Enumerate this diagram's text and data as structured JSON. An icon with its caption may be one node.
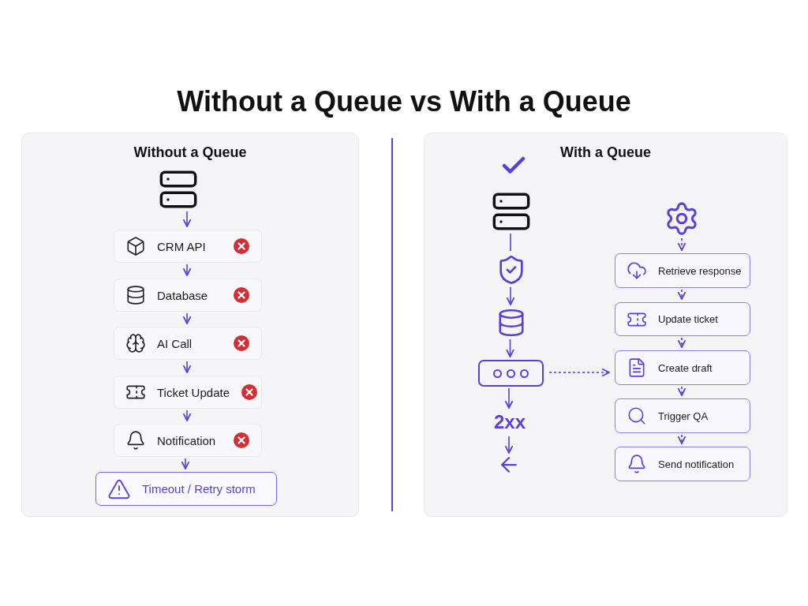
{
  "diagram": {
    "title": "Without a Queue vs With a Queue",
    "nodes": [
      {
        "text": [
          "Without a Queue"
        ]
      },
      {
        "text": [],
        "shape": "box",
        "in": 0
      },
      {
        "text": [
          "CRM API"
        ],
        "in": 0
      },
      {
        "text": [
          "Database"
        ],
        "in": 0
      },
      {
        "text": [
          "AI Call"
        ],
        "in": 0
      },
      {
        "text": [
          "Ticket Update"
        ],
        "in": 0
      },
      {
        "text": [
          "Notification"
        ],
        "in": 0
      },
      {
        "text": [
          "Timeout / Retry storm"
        ],
        "in": 0
      },
      {
        "text": [
          "With a Queue"
        ]
      },
      {
        "text": [],
        "shape": "box",
        "in": 8
      },
      {
        "text": [],
        "shape": "shield",
        "in": 8
      },
      {
        "text": [],
        "shape": "cylinder",
        "in": 8
      },
      {
        "text": [],
        "shape": "box",
        "in": 8
      },
      {
        "text": [
          "2xx"
        ],
        "in": 8
      },
      {
        "text": [],
        "shape": "gear",
        "in": 8
      },
      {
        "text": [
          "Retrieve response"
        ],
        "in": 8
      },
      {
        "text": [
          "Update ticket"
        ],
        "in": 8
      },
      {
        "text": [
          "Create draft"
        ],
        "in": 8
      },
      {
        "text": [
          "Trigger QA"
        ],
        "in": 8
      },
      {
        "text": [
          "Send notification"
        ],
        "in": 8
      }
    ],
    "edges": [
      {
        "from": 1,
        "to": 2,
        "arrow": "to"
      },
      {
        "from": 2,
        "to": 3,
        "arrow": "to"
      },
      {
        "from": 3,
        "to": 4,
        "arrow": "to"
      },
      {
        "from": 4,
        "to": 5,
        "arrow": "to"
      },
      {
        "from": 5,
        "to": 6,
        "arrow": "to"
      },
      {
        "from": 6,
        "to": 7,
        "arrow": "to"
      },
      {
        "from": 9,
        "to": 10,
        "arrow": "none"
      },
      {
        "from": 10,
        "to": 11,
        "arrow": "to"
      },
      {
        "from": 11,
        "to": 12,
        "arrow": "to"
      },
      {
        "from": 12,
        "to": 13,
        "arrow": "to"
      },
      {
        "from": 13,
        "to": null,
        "arrow": "to"
      },
      {
        "from": 12,
        "to": 17,
        "arrow": "to",
        "style": "dashed"
      },
      {
        "from": 14,
        "to": 15,
        "arrow": "to",
        "style": "dashed"
      },
      {
        "from": 15,
        "to": 16,
        "arrow": "to",
        "style": "dashed"
      },
      {
        "from": 16,
        "to": 17,
        "arrow": "to",
        "style": "dashed"
      },
      {
        "from": 17,
        "to": 18,
        "arrow": "to",
        "style": "dashed"
      },
      {
        "from": 18,
        "to": 19,
        "arrow": "to",
        "style": "dashed"
      }
    ]
  }
}
